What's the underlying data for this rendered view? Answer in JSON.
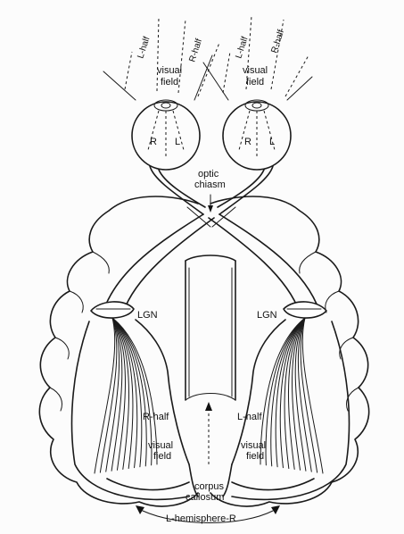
{
  "labels": {
    "left_eye_lhalf": "L-half",
    "left_eye_rhalf": "R-half",
    "right_eye_lhalf": "L-half",
    "right_eye_rhalf": "R-half",
    "left_visual": "visual",
    "left_field": "field",
    "right_visual": "visual",
    "right_field": "field",
    "left_retina_r": "R",
    "left_retina_l": "L",
    "right_retina_r": "R",
    "right_retina_l": "L",
    "optic": "optic",
    "chiasm": "chiasm",
    "lgn_left": "LGN",
    "lgn_right": "LGN",
    "cortex_left_half": "R-half",
    "cortex_left_visual": "visual",
    "cortex_left_field": "field",
    "cortex_right_half": "L-half",
    "cortex_right_visual": "visual",
    "cortex_right_field": "field",
    "corpus": "corpus",
    "callosum": "callosum",
    "hemisphere": "L-hemisphere-R"
  }
}
